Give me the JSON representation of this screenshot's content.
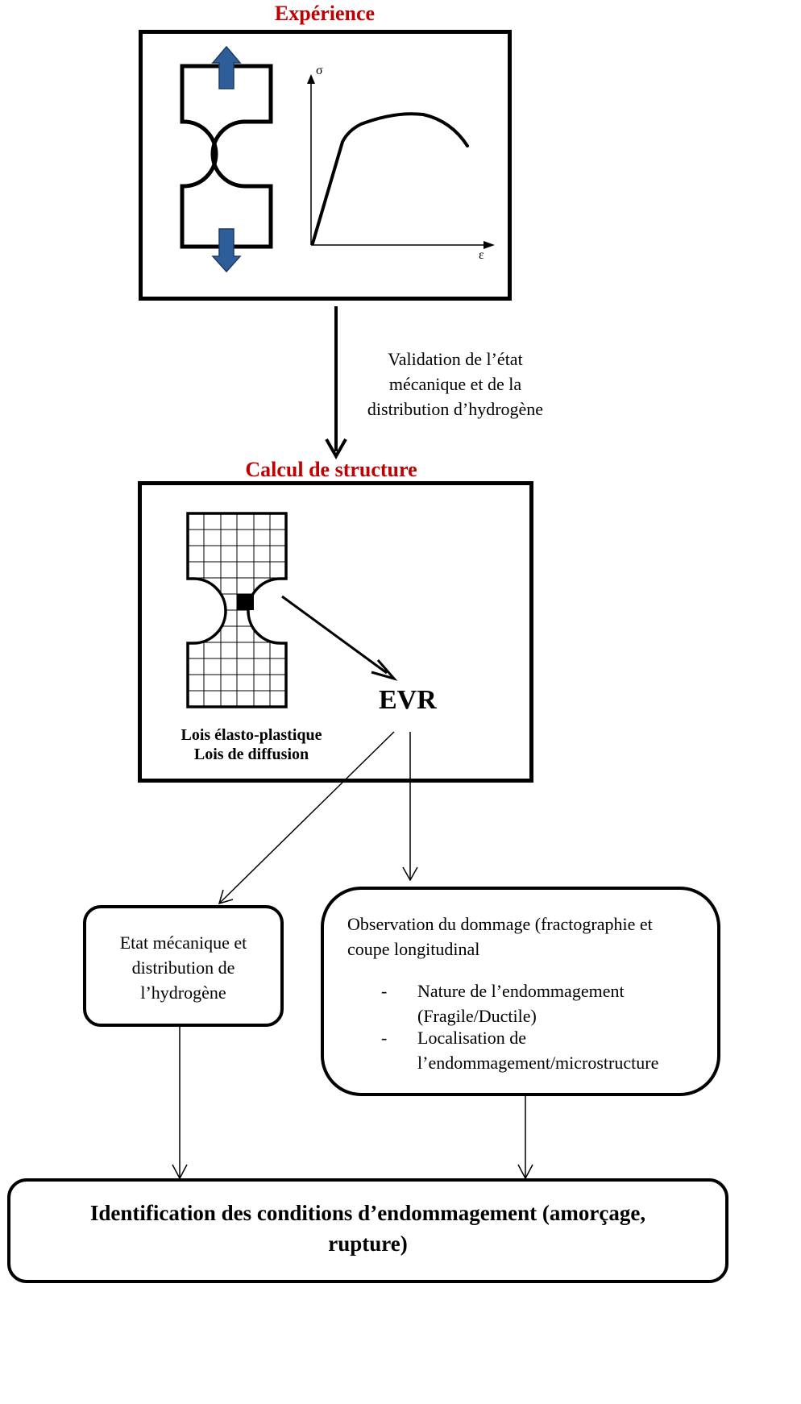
{
  "experience": {
    "title": "Expérience",
    "curve_axis_y": "σ",
    "curve_axis_x": "ε"
  },
  "validation_text": {
    "line1": "Validation de l’état",
    "line2": "mécanique et de la",
    "line3": "distribution d’hydrogène"
  },
  "structure": {
    "title": "Calcul de structure",
    "evr_label": "EVR",
    "law1": "Lois élasto-plastique",
    "law2": "Lois de diffusion"
  },
  "etat_box": {
    "line1": "Etat mécanique et",
    "line2": "distribution de",
    "line3": "l’hydrogène"
  },
  "observation_box": {
    "intro_line1": "Observation du dommage (fractographie et",
    "intro_line2": "coupe longitudinal",
    "bullet_mark": "-",
    "bullet1_line1": "Nature de l’endommagement",
    "bullet1_line2": "(Fragile/Ductile)",
    "bullet2_line1": "Localisation de",
    "bullet2_line2": "l’endommagement/microstructure"
  },
  "identification_box": {
    "line1": "Identification des conditions d’endommagement (amorçage,",
    "line2": "rupture)"
  },
  "colors": {
    "title_red": "#c00000",
    "arrow_blue": "#2e5e9a",
    "outline": "#000000"
  }
}
